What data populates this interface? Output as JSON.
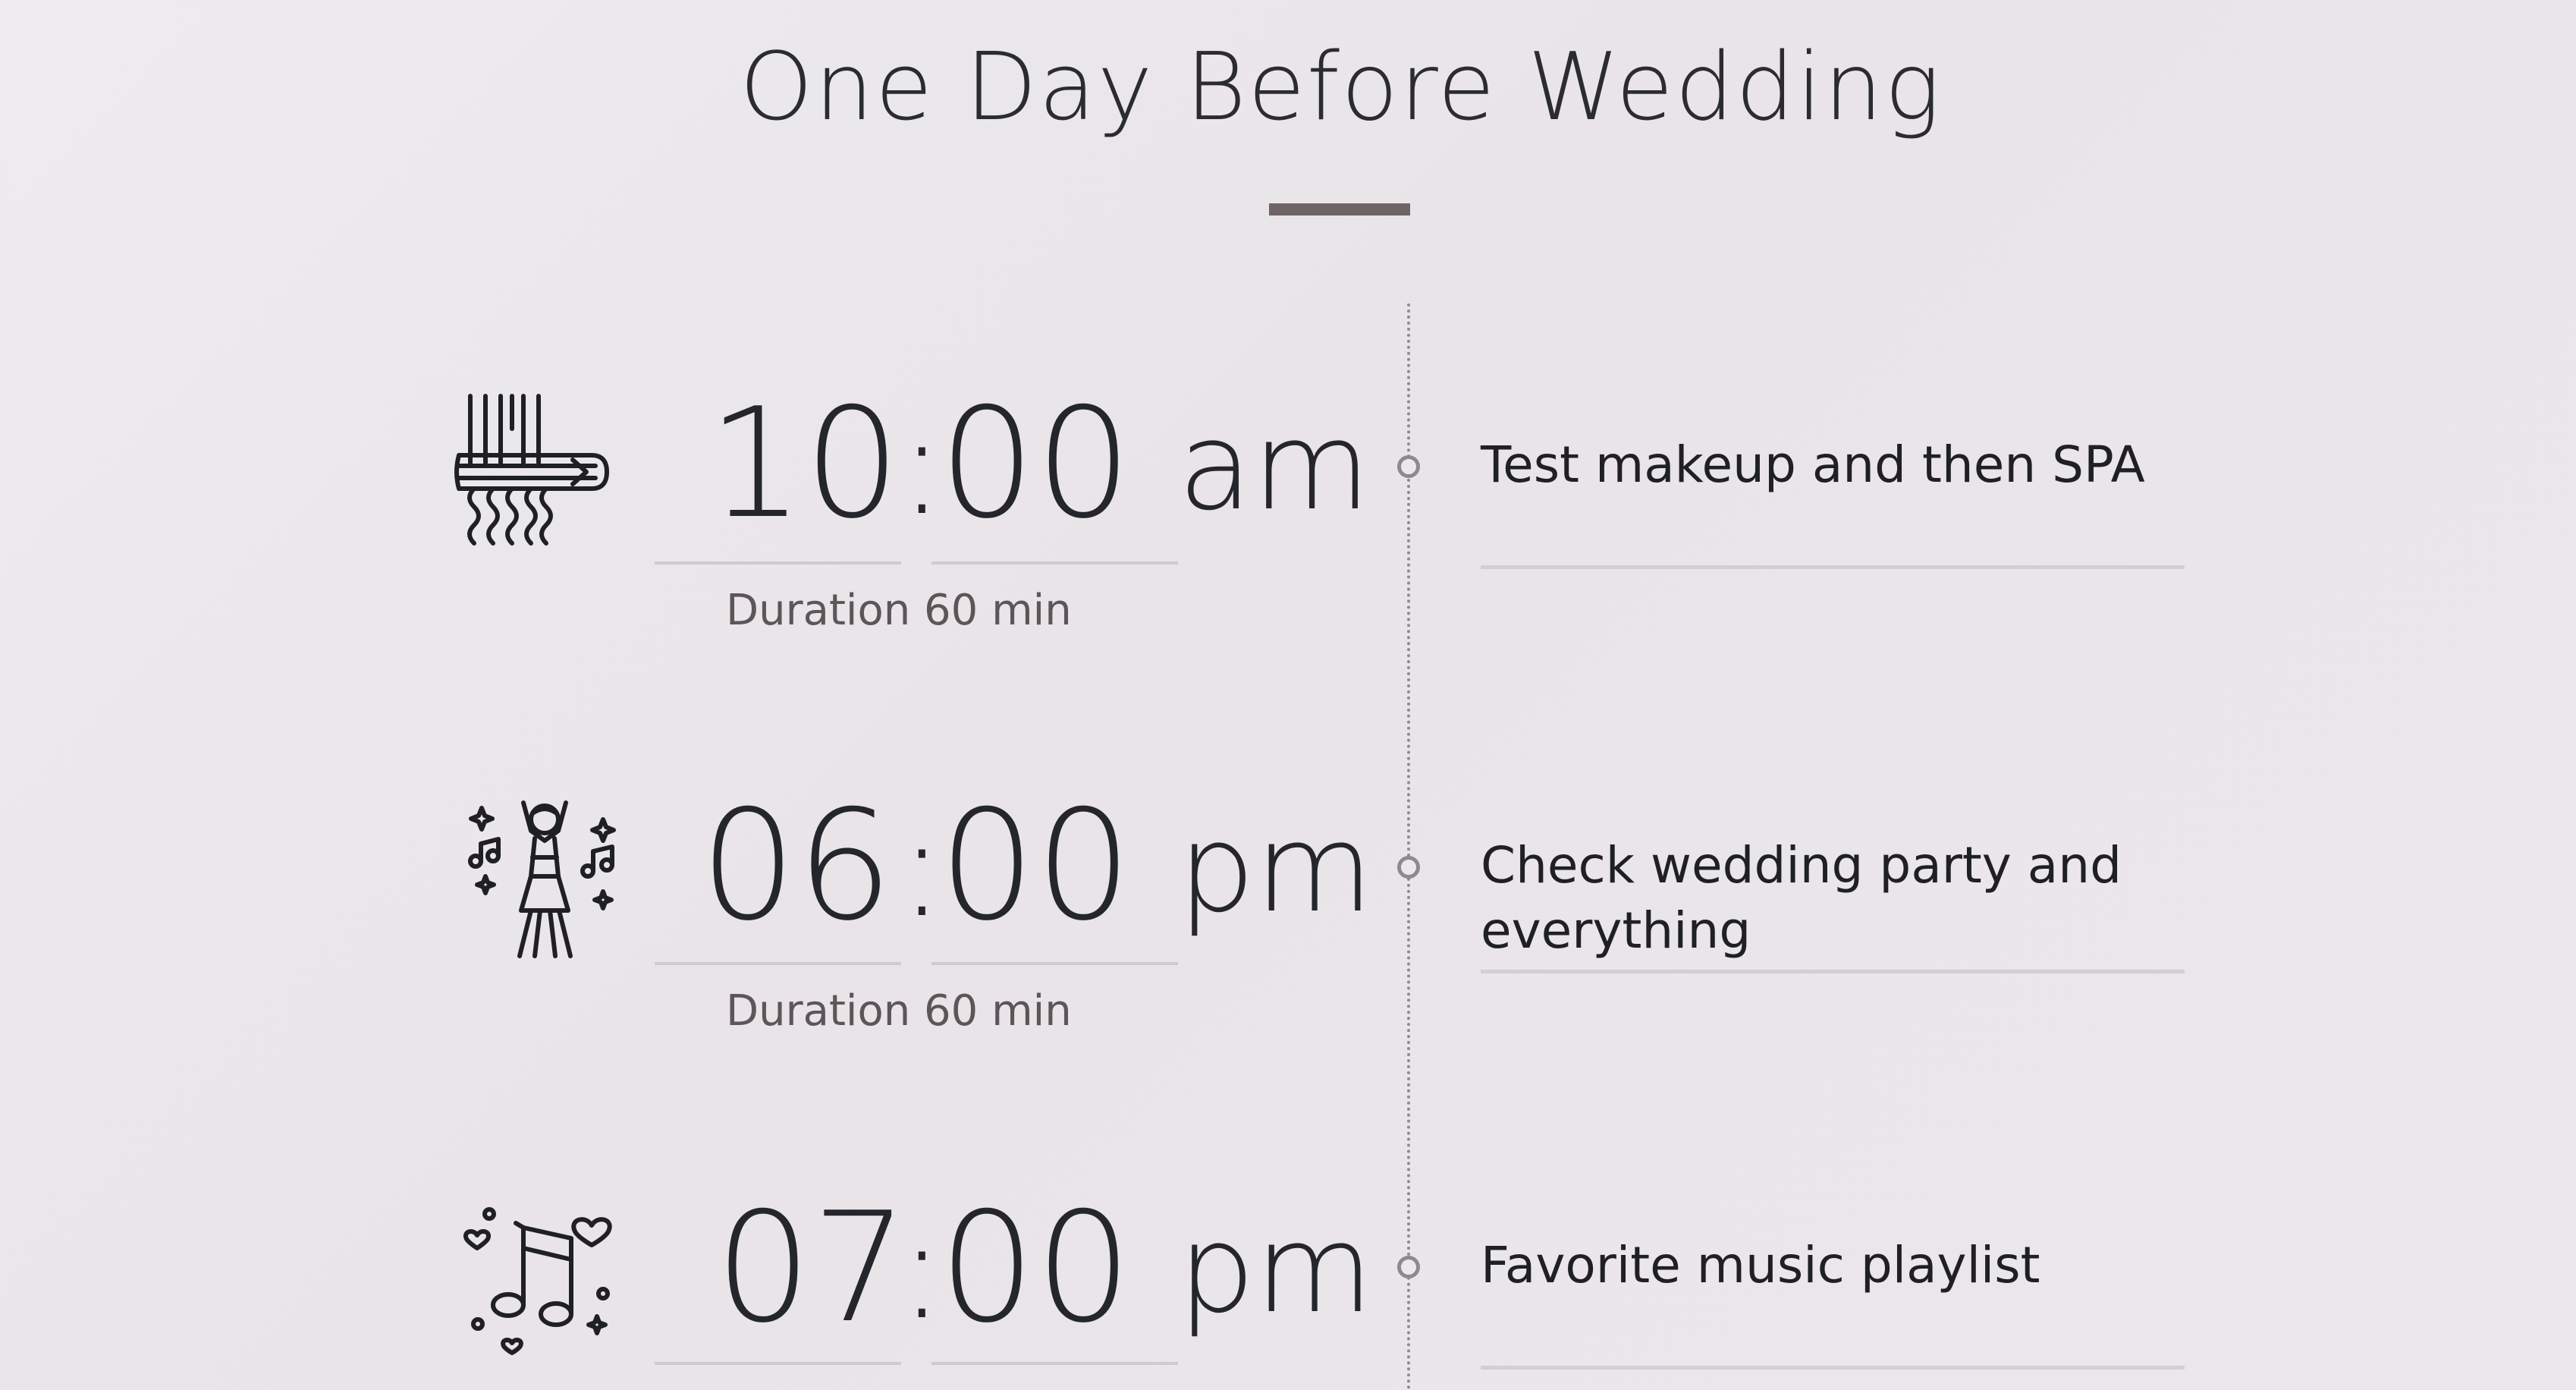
{
  "page": {
    "title": "One Day Before Wedding"
  },
  "colors": {
    "background": "#ebe8eb",
    "text": "#1f2024",
    "accent_underline": "#6e6466",
    "duration_text": "#5d5558",
    "timeline": "#8a8a8f"
  },
  "schedule": [
    {
      "icon": "hair-straightener-icon",
      "hour": "10",
      "separator": ":",
      "minute": "00",
      "period": "am",
      "duration": "Duration 60 min",
      "event": "Test makeup and then SPA"
    },
    {
      "icon": "dancing-woman-icon",
      "hour": "06",
      "separator": ":",
      "minute": "00",
      "period": "pm",
      "duration": "Duration 60 min",
      "event": "Check wedding party and everything"
    },
    {
      "icon": "music-notes-hearts-icon",
      "hour": "07",
      "separator": ":",
      "minute": "00",
      "period": "pm",
      "duration": "",
      "event": "Favorite music playlist"
    }
  ]
}
